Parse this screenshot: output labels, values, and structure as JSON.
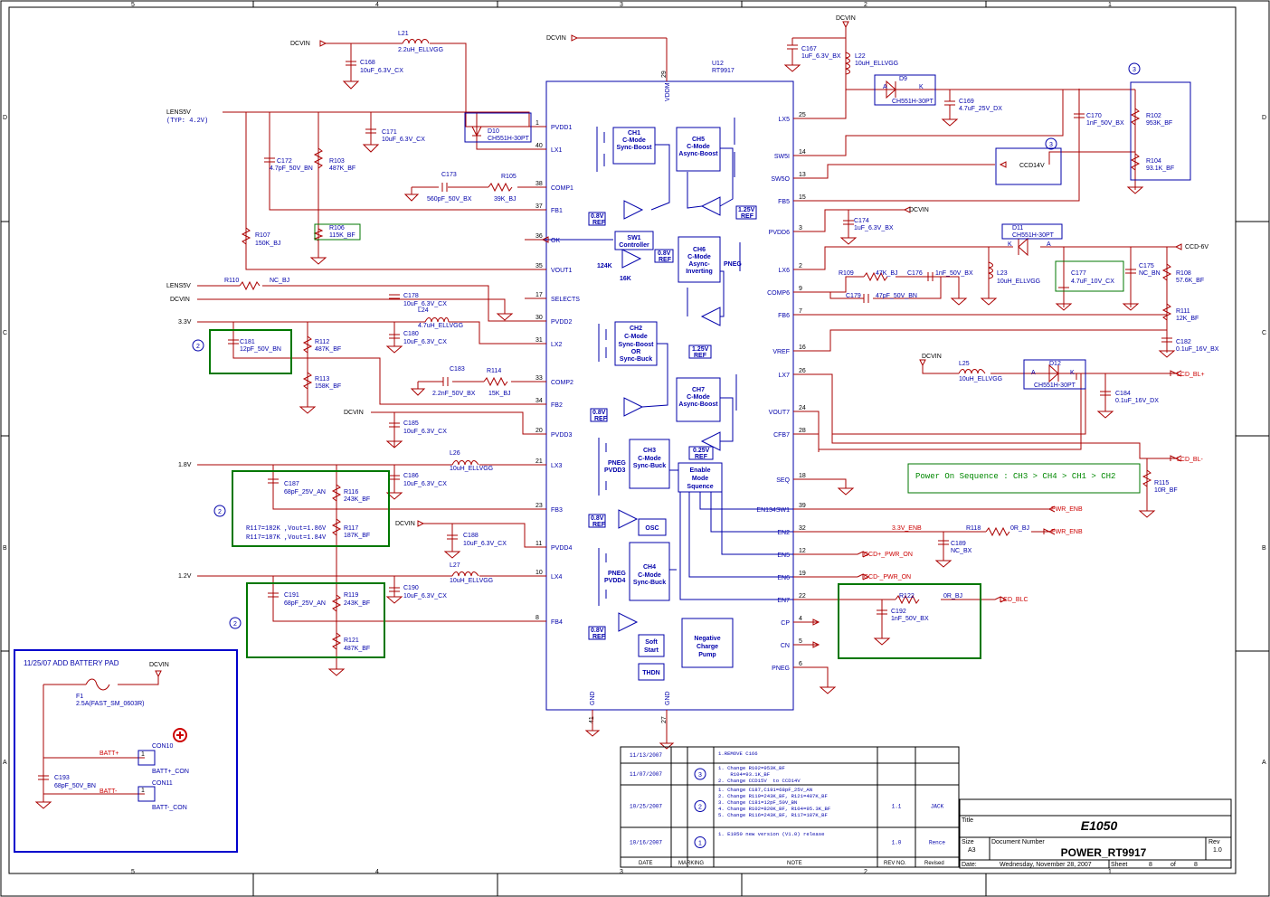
{
  "frame": {
    "cols_top": [
      "5",
      "4",
      "3",
      "2",
      "1"
    ],
    "cols_bottom": [
      "5",
      "4",
      "3",
      "2",
      "1"
    ],
    "rows_left": [
      "D",
      "C",
      "B",
      "A"
    ],
    "rows_right": [
      "D",
      "C",
      "B",
      "A"
    ]
  },
  "ic": {
    "ref": "U12",
    "part": "RT9917",
    "pins_left": [
      {
        "name": "PVDD1",
        "num": "1"
      },
      {
        "name": "LX1",
        "num": "40"
      },
      {
        "name": "COMP1",
        "num": "38"
      },
      {
        "name": "FB1",
        "num": "37"
      },
      {
        "name": "OK",
        "num": "36"
      },
      {
        "name": "VOUT1",
        "num": "35"
      },
      {
        "name": "SELECTS",
        "num": "17"
      },
      {
        "name": "PVDD2",
        "num": "30"
      },
      {
        "name": "LX2",
        "num": "31"
      },
      {
        "name": "COMP2",
        "num": "33"
      },
      {
        "name": "FB2",
        "num": "34"
      },
      {
        "name": "PVDD3",
        "num": "20"
      },
      {
        "name": "LX3",
        "num": "21"
      },
      {
        "name": "FB3",
        "num": "23"
      },
      {
        "name": "PVDD4",
        "num": "11"
      },
      {
        "name": "LX4",
        "num": "10"
      },
      {
        "name": "FB4",
        "num": "8"
      }
    ],
    "pins_right": [
      {
        "name": "LX5",
        "num": "25"
      },
      {
        "name": "SW5I",
        "num": "14"
      },
      {
        "name": "SW5O",
        "num": "13"
      },
      {
        "name": "FB5",
        "num": "15"
      },
      {
        "name": "PVDD6",
        "num": "3"
      },
      {
        "name": "LX6",
        "num": "2"
      },
      {
        "name": "COMP6",
        "num": "9"
      },
      {
        "name": "FB6",
        "num": "7"
      },
      {
        "name": "VREF",
        "num": "16"
      },
      {
        "name": "LX7",
        "num": "26"
      },
      {
        "name": "VOUT7",
        "num": "24"
      },
      {
        "name": "CFB7",
        "num": "28"
      },
      {
        "name": "SEQ",
        "num": "18"
      },
      {
        "name": "EN134SW1",
        "num": "39"
      },
      {
        "name": "EN2",
        "num": "32"
      },
      {
        "name": "EN5",
        "num": "12"
      },
      {
        "name": "EN6",
        "num": "19"
      },
      {
        "name": "EN7",
        "num": "22"
      },
      {
        "name": "CP",
        "num": "4"
      },
      {
        "name": "CN",
        "num": "5"
      },
      {
        "name": "PNEG",
        "num": "6"
      }
    ],
    "vddm": "VDDM",
    "vddm_num": "29",
    "gnd1": "GND",
    "gnd1_num": "41",
    "gnd2": "GND",
    "gnd2_num": "27",
    "blocks": {
      "ch1": [
        "CH1",
        "C-Mode",
        "Sync-Boost"
      ],
      "ch2": [
        "CH2",
        "C-Mode",
        "Sync-Boost",
        "OR",
        "Sync-Buck"
      ],
      "ch3": [
        "CH3",
        "C-Mode",
        "Sync-Buck"
      ],
      "ch4": [
        "CH4",
        "C-Mode",
        "Sync-Buck"
      ],
      "ch5": [
        "CH5",
        "C-Mode",
        "Async-Boost"
      ],
      "ch6": [
        "CH6",
        "C-Mode",
        "Async-",
        "Inverting"
      ],
      "ch7": [
        "CH7",
        "C-Mode",
        "Async-Boost"
      ],
      "sw1": [
        "SW1",
        "Controller"
      ],
      "enable": [
        "Enable",
        "Mode",
        "Squence"
      ],
      "negpump": [
        "Negative",
        "Charge",
        "Pump"
      ],
      "osc": "OSC",
      "soft": [
        "Soft",
        "Start"
      ],
      "thdn": "THDN",
      "pneg": "PNEG",
      "pneg3": [
        "PNEG",
        "PVDD3"
      ],
      "pneg4": [
        "PNEG",
        "PVDD4"
      ],
      "ref08": [
        "0.8V",
        "REF"
      ],
      "ref125": [
        "1.25V",
        "REF"
      ],
      "ref025": [
        "0.25V",
        "REF"
      ],
      "r124k": "124K",
      "r16k": "16K"
    }
  },
  "nets": {
    "dcvin": "DCVIN",
    "lens5v": "LENS5V",
    "typ": "(TYP: 4.2V)",
    "v33": "3.3V",
    "v18": "1.8V",
    "v12": "1.2V",
    "ccd14v": "CCD14V",
    "ccdm6v": "CCD-6V",
    "lcd_blp": "LCD_BL+",
    "lcd_blm": "LCD_BL-",
    "pwr_enb": "PWR_ENB",
    "v33_enb": "3.3V_ENB",
    "ccdp_pwr_on": "CCD+_PWR_ON",
    "ccdm_pwr_on": "CCD-_PWR_ON",
    "lcd_blc": "LCD_BLC",
    "batt_p": "BATT+",
    "batt_m": "BATT-"
  },
  "parts": {
    "l21": [
      "L21",
      "2.2uH_ELLVGG"
    ],
    "c168": [
      "C168",
      "10uF_6.3V_CX"
    ],
    "c171": [
      "C171",
      "10uF_6.3V_CX"
    ],
    "d10": [
      "D10",
      "CH551H-30PT"
    ],
    "c172": [
      "C172",
      "4.7pF_50V_BN"
    ],
    "r103": [
      "R103",
      "487K_BF"
    ],
    "c173": [
      "C173",
      "560pF_50V_BX"
    ],
    "r105": [
      "R105",
      "39K_BJ"
    ],
    "r106": [
      "R106",
      "115K_BF"
    ],
    "r107": [
      "R107",
      "150K_BJ"
    ],
    "r110": [
      "R110",
      "NC_BJ"
    ],
    "c178": [
      "C178",
      "10uF_6.3V_CX"
    ],
    "l24": [
      "L24",
      "4.7uH_ELLVGG"
    ],
    "c180": [
      "C180",
      "10uF_6.3V_CX"
    ],
    "c181": [
      "C181",
      "12pF_50V_BN"
    ],
    "r112": [
      "R112",
      "487K_BF"
    ],
    "r113": [
      "R113",
      "158K_BF"
    ],
    "c183": [
      "C183",
      "2.2nF_50V_BX"
    ],
    "r114": [
      "R114",
      "15K_BJ"
    ],
    "c185": [
      "C185",
      "10uF_6.3V_CX"
    ],
    "l26": [
      "L26",
      "10uH_ELLVGG"
    ],
    "c186": [
      "C186",
      "10uF_6.3V_CX"
    ],
    "c187": [
      "C187",
      "68pF_25V_AN"
    ],
    "r116": [
      "R116",
      "243K_BF"
    ],
    "r117": [
      "R117",
      "187K_BF"
    ],
    "r117_note1": "R117=182K ,Vout=1.86V",
    "r117_note2": "R117=187K ,Vout=1.84V",
    "c188": [
      "C188",
      "10uF_6.3V_CX"
    ],
    "l27": [
      "L27",
      "10uH_ELLVGG"
    ],
    "c190": [
      "C190",
      "10uF_6.3V_CX"
    ],
    "c191": [
      "C191",
      "68pF_25V_AN"
    ],
    "r119": [
      "R119",
      "243K_BF"
    ],
    "r121": [
      "R121",
      "487K_BF"
    ],
    "c167": [
      "C167",
      "1uF_6.3V_BX"
    ],
    "l22": [
      "L22",
      "10uH_ELLVGG"
    ],
    "d9": [
      "D9",
      "CH551H-30PT"
    ],
    "d9_a": "A",
    "d9_k": "K",
    "c169": [
      "C169",
      "4.7uF_25V_DX"
    ],
    "c170": [
      "C170",
      "1nF_50V_BX"
    ],
    "r102": [
      "R102",
      "953K_BF"
    ],
    "r104": [
      "R104",
      "93.1K_BF"
    ],
    "c174": [
      "C174",
      "1uF_6.3V_BX"
    ],
    "d11": [
      "D11",
      "CH551H-30PT"
    ],
    "d11_k": "K",
    "d11_a": "A",
    "c175": [
      "C175",
      "NC_BN"
    ],
    "r108": [
      "R108",
      "57.6K_BF"
    ],
    "r109": [
      "R109",
      "47K_BJ"
    ],
    "c176": [
      "C176",
      "1nF_50V_BX"
    ],
    "c179": [
      "C179",
      "47pF_50V_BN"
    ],
    "l23": [
      "L23",
      "10uH_ELLVGG"
    ],
    "c177": [
      "C177",
      "4.7uF_10V_CX"
    ],
    "r111": [
      "R111",
      "12K_BF"
    ],
    "c182": [
      "C182",
      "0.1uF_16V_BX"
    ],
    "l25": [
      "L25",
      "10uH_ELLVGG"
    ],
    "d12": [
      "D12",
      "CH551H-30PT"
    ],
    "d12_a": "A",
    "d12_k": "K",
    "c184": [
      "C184",
      "0.1uF_16V_DX"
    ],
    "r115": [
      "R115",
      "10R_BF"
    ],
    "r118": [
      "R118",
      "0R_BJ"
    ],
    "c189": [
      "C189",
      "NC_BX"
    ],
    "r122": [
      "R122",
      "0R_BJ"
    ],
    "c192": [
      "C192",
      "1nF_50V_BX"
    ],
    "f1": [
      "F1",
      "2.5A(FAST_SM_0603R)"
    ],
    "c193": [
      "C193",
      "68pF_50V_BN"
    ],
    "con10": [
      "CON10",
      "BATT+_CON"
    ],
    "con11": [
      "CON11",
      "BATT-_CON"
    ],
    "pin1": "1"
  },
  "notes": {
    "sequence": "Power On Sequence : CH3 > CH4 > CH1 > CH2",
    "battery": "11/25/07  ADD BATTERY PAD",
    "mark3": "3",
    "mark2": "2",
    "mark1": "1"
  },
  "revisions": {
    "rows": [
      {
        "date": "11/13/2007",
        "mark": "",
        "note": [
          "1.REMOVE C166"
        ],
        "rev": "",
        "by": ""
      },
      {
        "date": "11/07/2007",
        "mark": "3",
        "note": [
          "1. Change R102=953K_BF",
          "    R104=93.1K_BF",
          "2. Change CCD15V  to CCD14V"
        ],
        "rev": "",
        "by": ""
      },
      {
        "date": "10/25/2007",
        "mark": "2",
        "note": [
          "1. Change C187,C191=68pF_25V_AN",
          "2. Change R119=243K_BF, R121=487K_BF",
          "3. Change C181=12pF_50V_BN",
          "4. Change R102=820K_BF, R104=95.3K_BF",
          "5. Change R116=243K_BF, R117=187K_BF"
        ],
        "rev": "1.1",
        "by": "JACK"
      },
      {
        "date": "10/16/2007",
        "mark": "1",
        "note": [
          "1. E1050 new version (V1.0) release"
        ],
        "rev": "1.0",
        "by": "Rence"
      }
    ],
    "headers": {
      "date": "DATE",
      "marking": "MARKING",
      "note": "NOTE",
      "rev": "REV NO.",
      "by": "Revised"
    }
  },
  "title_block": {
    "title_label": "Title",
    "title": "E1050",
    "size_label": "Size",
    "size": "A3",
    "docnum_label": "Document Number",
    "docnum": "POWER_RT9917",
    "rev_label": "Rev",
    "rev": "1.0",
    "date_label": "Date:",
    "date": "Wednesday, November 28, 2007",
    "sheet_label": "Sheet",
    "sheet": "8",
    "of_label": "of",
    "of": "8"
  }
}
